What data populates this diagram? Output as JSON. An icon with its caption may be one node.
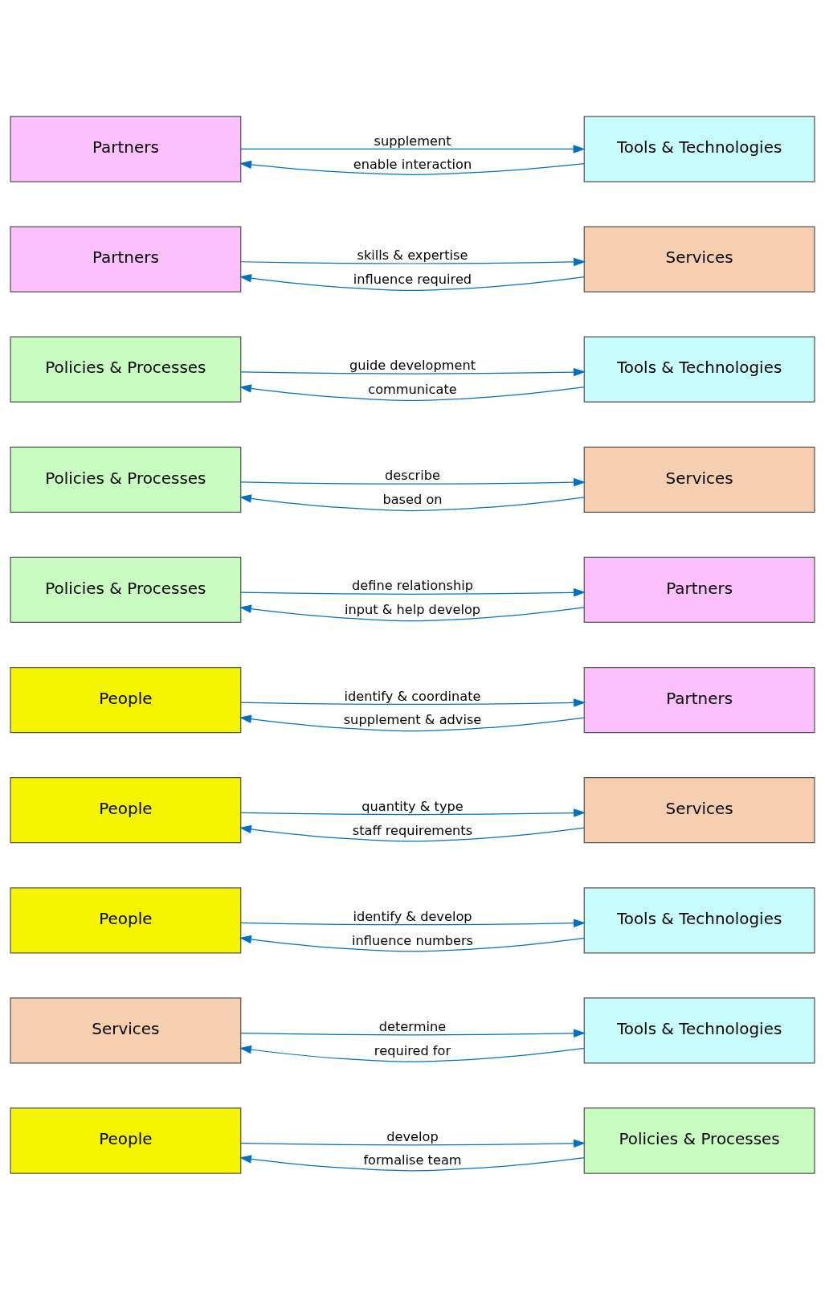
{
  "diagram": {
    "nodes": [
      {
        "text": [
          "People"
        ]
      },
      {
        "text": [
          "Policies & Processes"
        ]
      },
      {
        "text": [
          "Services"
        ]
      },
      {
        "text": [
          "Tools & Technologies"
        ]
      },
      {
        "text": [
          "People"
        ]
      },
      {
        "text": [
          "Tools & Technologies"
        ]
      },
      {
        "text": [
          "People"
        ]
      },
      {
        "text": [
          "Services"
        ]
      },
      {
        "text": [
          "People"
        ]
      },
      {
        "text": [
          "Partners"
        ]
      },
      {
        "text": [
          "Policies & Processes"
        ]
      },
      {
        "text": [
          "Partners"
        ]
      },
      {
        "text": [
          "Policies & Processes"
        ]
      },
      {
        "text": [
          "Services"
        ]
      },
      {
        "text": [
          "Policies & Processes"
        ]
      },
      {
        "text": [
          "Tools & Technologies"
        ]
      },
      {
        "text": [
          "Partners"
        ]
      },
      {
        "text": [
          "Services"
        ]
      },
      {
        "text": [
          "Partners"
        ]
      },
      {
        "text": [
          "Tools & Technologies"
        ]
      }
    ],
    "edges": [
      {
        "from": 0,
        "to": 1,
        "arrow": "to",
        "label": "develop"
      },
      {
        "from": 1,
        "to": 0,
        "arrow": "to",
        "label": "formalise team"
      },
      {
        "from": 2,
        "to": 3,
        "arrow": "to",
        "label": "determine"
      },
      {
        "from": 3,
        "to": 2,
        "arrow": "to",
        "label": "required for"
      },
      {
        "from": 4,
        "to": 5,
        "arrow": "to",
        "label": "identify & develop"
      },
      {
        "from": 5,
        "to": 4,
        "arrow": "to",
        "label": "influence numbers"
      },
      {
        "from": 6,
        "to": 7,
        "arrow": "to",
        "label": "quantity & type"
      },
      {
        "from": 7,
        "to": 6,
        "arrow": "to",
        "label": "staff requirements"
      },
      {
        "from": 8,
        "to": 9,
        "arrow": "to",
        "label": "identify & coordinate"
      },
      {
        "from": 9,
        "to": 8,
        "arrow": "to",
        "label": "supplement & advise"
      },
      {
        "from": 10,
        "to": 11,
        "arrow": "to",
        "label": "define relationship"
      },
      {
        "from": 11,
        "to": 10,
        "arrow": "to",
        "label": "input & help develop"
      },
      {
        "from": 12,
        "to": 13,
        "arrow": "to",
        "label": "describe"
      },
      {
        "from": 13,
        "to": 12,
        "arrow": "to",
        "label": "based on"
      },
      {
        "from": 14,
        "to": 15,
        "arrow": "to",
        "label": "guide development"
      },
      {
        "from": 15,
        "to": 14,
        "arrow": "to",
        "label": "communicate"
      },
      {
        "from": 16,
        "to": 17,
        "arrow": "to",
        "label": "skills & expertise"
      },
      {
        "from": 17,
        "to": 16,
        "arrow": "to",
        "label": "influence required"
      },
      {
        "from": 18,
        "to": 19,
        "arrow": "to",
        "label": "supplement"
      },
      {
        "from": 19,
        "to": 18,
        "arrow": "to",
        "label": "enable interaction"
      }
    ]
  }
}
